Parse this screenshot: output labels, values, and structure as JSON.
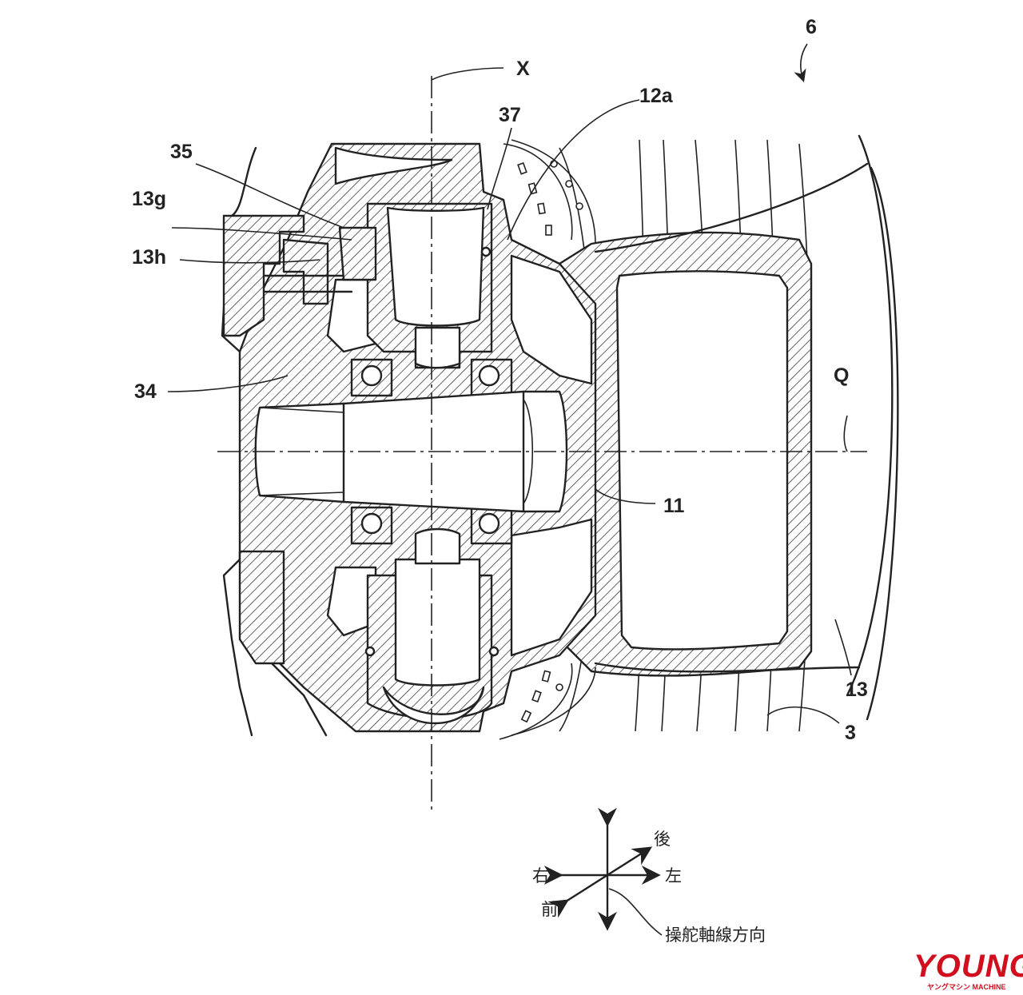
{
  "labels": {
    "assembly": "6",
    "steering_axis": "X",
    "part_12a": "12a",
    "part_37": "37",
    "part_35": "35",
    "part_13g": "13g",
    "part_13h": "13h",
    "part_34": "34",
    "axle_axis": "Q",
    "part_11": "11",
    "part_13": "13",
    "part_3": "3"
  },
  "compass": {
    "rear": "後",
    "right": "右",
    "left": "左",
    "front": "前",
    "axis_direction": "操舵軸線方向"
  },
  "logo": {
    "main": "YOUNG",
    "sub": "ヤングマシン MACHINE",
    "color": "#d10f1f"
  }
}
